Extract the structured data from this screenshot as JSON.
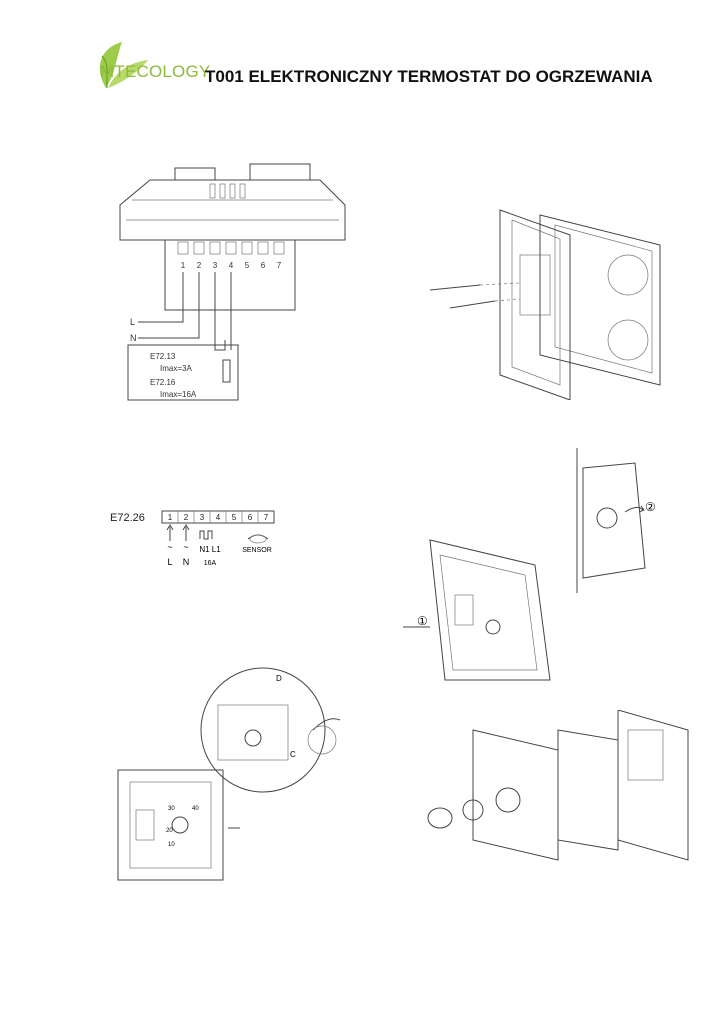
{
  "header": {
    "logo_text": "MTECOLOGY",
    "title": "T001 ELEKTRONICZNY TERMOSTAT DO OGRZEWANIA"
  },
  "wiring_diagram": {
    "terminals": [
      "1",
      "2",
      "3",
      "4",
      "5",
      "6",
      "7"
    ],
    "line_label": "L",
    "neutral_label": "N",
    "model_a": "E72.13",
    "imax_a": "Imax=3A",
    "model_b": "E72.16",
    "imax_b": "Imax=16A"
  },
  "terminal_diagram": {
    "model": "E72.26",
    "terminals": [
      "1",
      "2",
      "3",
      "4",
      "5",
      "6",
      "7"
    ],
    "wave_symbol": "~",
    "label_l": "L",
    "label_n": "N",
    "label_n1_l1": "N1 L1",
    "label_16a": "16A",
    "label_sensor": "SENSOR"
  },
  "callouts": {
    "step_1": "①",
    "step_2": "②",
    "label_d": "D",
    "label_c": "C",
    "dial_30": "30",
    "dial_20": "20",
    "dial_10": "10",
    "dial_40": "40"
  }
}
